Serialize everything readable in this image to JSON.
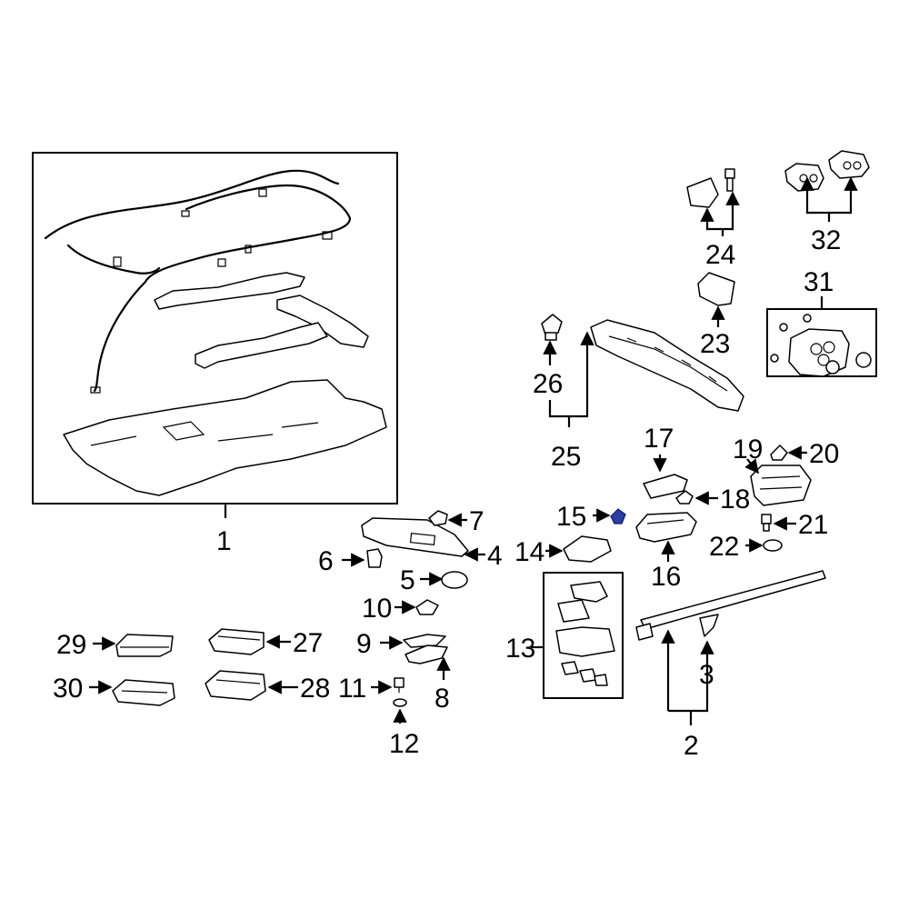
{
  "diagram": {
    "callouts": [
      "1",
      "2",
      "3",
      "4",
      "5",
      "6",
      "7",
      "8",
      "9",
      "10",
      "11",
      "12",
      "13",
      "14",
      "15",
      "16",
      "17",
      "18",
      "19",
      "20",
      "21",
      "22",
      "23",
      "24",
      "25",
      "26",
      "27",
      "28",
      "29",
      "30",
      "31",
      "32"
    ],
    "highlight_color": "#2a3fa0",
    "highlighted_part": "15"
  }
}
